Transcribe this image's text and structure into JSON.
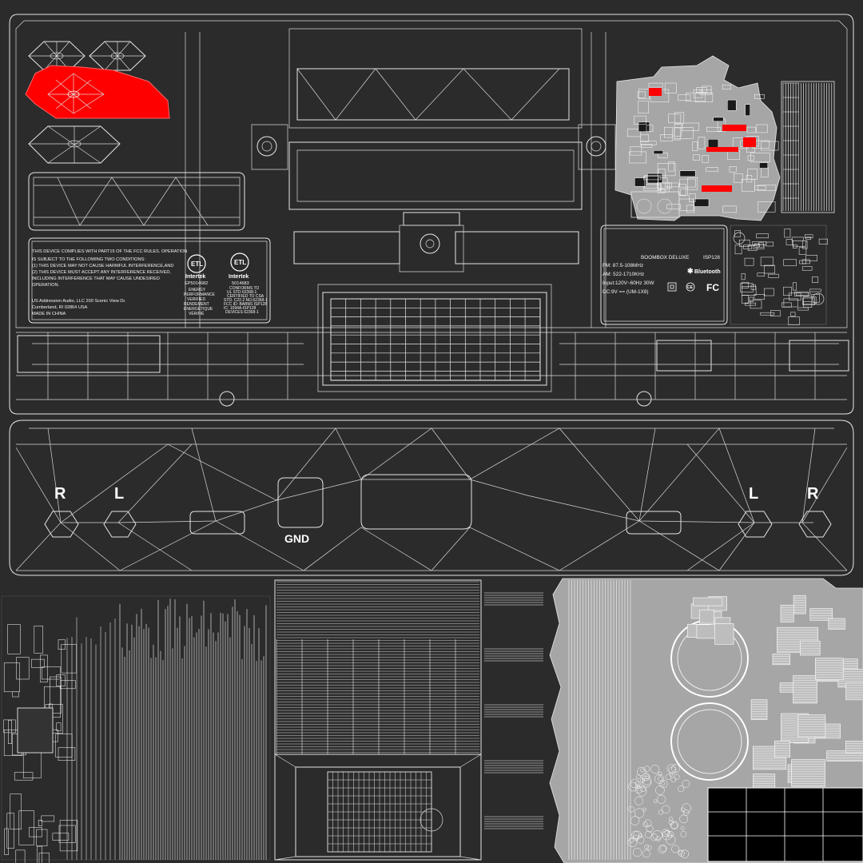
{
  "colors": {
    "background": "#2b2b2b",
    "wire": "#e6e6e6",
    "highlight": "#ff0000",
    "island_fill": "#a6a6a6"
  },
  "fcc_label": {
    "lines": [
      "THIS DEVICE COMPLIES WITH PART15 OF THE FCC RULES. OPERATION",
      "IS SUBJECT TO THE FOLLOWING TWO CONDITIONS:",
      "(1) THIS DEVICE MAY NOT CAUSE HARMFUL INTERFERENCE,AND",
      "(2) THIS DEVICE MUST ACCEPT ANY INTERFERENCE RECEIVED,",
      "INCLUDING INTERFERENCE THAT MAY CAUSE UNDESIRED",
      "OPERATION."
    ],
    "address_lines": [
      "US Addression Audio, LLC 200 Scenic View Dr.",
      "Cumberland, RI 02864 USA",
      "MADE IN CHINA"
    ],
    "cert_left": {
      "logo": "ETL",
      "brand": "Intertek",
      "number": "EP5014682",
      "lines": [
        "ENERGY",
        "PERFORMANCE",
        "VERIFIED",
        "RENDEMENT",
        "ÉNERGÉTIQUE",
        "VÉRIFIÉ"
      ]
    },
    "cert_right": {
      "logo": "ETL",
      "brand": "Intertek",
      "number": "5014683",
      "lines": [
        "CONFORMS TO",
        "UL STD 62368-1",
        "CERTIFIED TO CSA",
        "STD. C22.2 NO.62368-1",
        "FCC ID: BABM1 ISP128",
        "IC: 1094A-ISP128",
        "DEVICES 62368-1"
      ]
    }
  },
  "spec_label": {
    "title": "BOOMBOX DELUXE",
    "model": "ISP128",
    "lines": [
      "FM: 87.5-108MHz",
      "AM: 522-1710KHz",
      "Input:120V~60Hz 30W",
      "DC:9V == (UM-1X8)"
    ],
    "bluetooth": "Bluetooth",
    "fc_mark": "FC",
    "ce_mark": "CE"
  },
  "channel_labels": {
    "left_r": "R",
    "left_l": "L",
    "ground": "GND",
    "right_l": "L",
    "right_r": "R"
  }
}
